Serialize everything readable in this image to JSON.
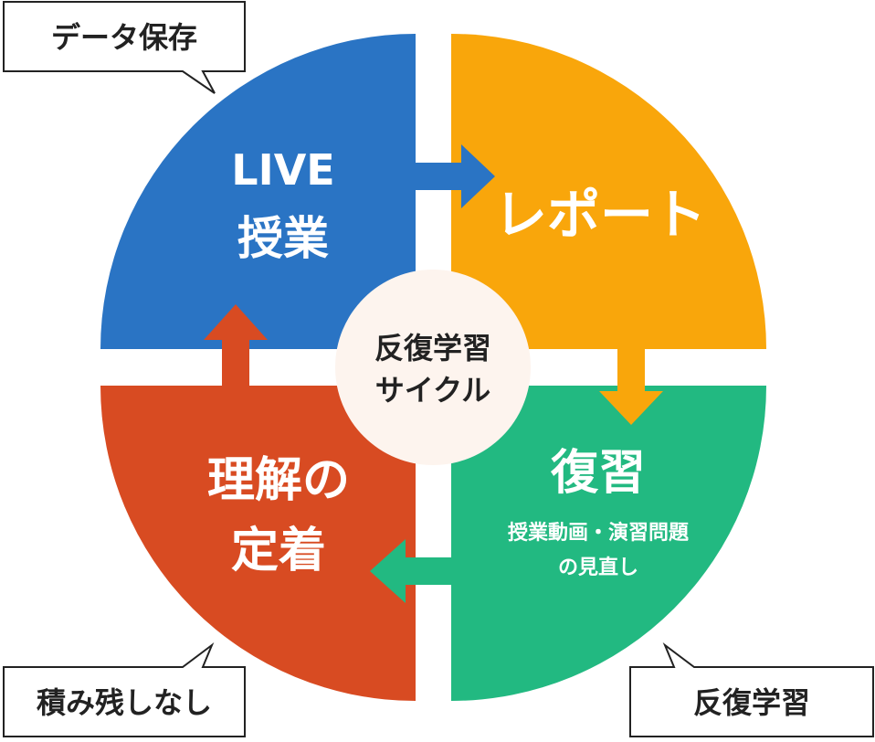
{
  "title": "反復学習サイクル",
  "center": {
    "line1": "反復学習",
    "line2": "サイクル"
  },
  "quadrants": {
    "live": {
      "line1": "LIVE",
      "line2": "授業"
    },
    "report": {
      "line1": "レポート"
    },
    "review": {
      "line1": "復習",
      "sub1": "授業動画・演習問題",
      "sub2": "の見直し"
    },
    "retention": {
      "line1": "理解の",
      "line2": "定着"
    }
  },
  "callouts": {
    "top_left": "データ保存",
    "bottom_left": "積み残しなし",
    "bottom_right": "反復学習"
  },
  "colors": {
    "blue": "#2a74c4",
    "orange": "#f9a60b",
    "green": "#22b981",
    "red": "#d84b22",
    "center": "#fdf4ee"
  }
}
